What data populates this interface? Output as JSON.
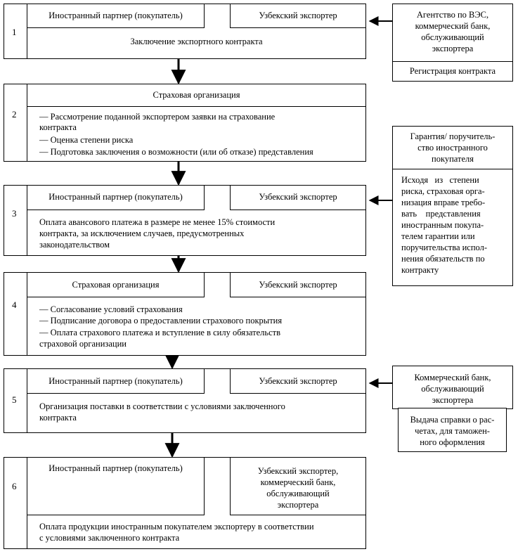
{
  "steps": [
    {
      "number": "1",
      "left": "Иностранный партнер (покупатель)",
      "right": "Узбекский экспортер",
      "body": [
        "Заключение экспортного контракта"
      ]
    },
    {
      "number": "2",
      "header": "Страховая организация",
      "body": [
        "— Рассмотрение поданной экспортером заявки на страхование",
        "контракта",
        "— Оценка степени риска",
        "— Подготовка заключения о возможности (или об отказе) представления"
      ]
    },
    {
      "number": "3",
      "left": "Иностранный партнер (покупатель)",
      "right": "Узбекский экспортер",
      "body": [
        "Оплата авансового платежа в размере не менее 15% стоимости",
        "контракта, за исключением случаев, предусмотренных",
        "законодательством"
      ]
    },
    {
      "number": "4",
      "left": "Страховая организация",
      "right": "Узбекский экспортер",
      "body": [
        "— Согласование условий страхования",
        "— Подписание договора о предоставлении страхового покрытия",
        "— Оплата страхового платежа и вступление в силу обязательств",
        "страховой организации"
      ]
    },
    {
      "number": "5",
      "left": "Иностранный партнер (покупатель)",
      "right": "Узбекский экспортер",
      "body": [
        "Организация поставки в соответствии с условиями заключенного",
        "контракта"
      ]
    },
    {
      "number": "6",
      "left": "Иностранный партнер (покупатель)",
      "right": [
        "Узбекский экспортер,",
        "коммерческий банк,",
        "обслуживающий",
        "экспортера"
      ],
      "body": [
        "Оплата продукции иностранным покупателем экспортеру в соответствии",
        "с условиями заключенного контракта"
      ]
    }
  ],
  "side": {
    "agency": {
      "title": [
        "Агентство по ВЭС,",
        "коммерческий банк,",
        "обслуживающий",
        "экспортера"
      ],
      "note": "Регистрация контракта"
    },
    "guarantee": {
      "title": [
        "Гарантия/ поручитель-",
        "ство иностранного",
        "покупателя"
      ],
      "note": [
        "Исходя   из   степени",
        "риска, страховая орга-",
        "низация вправе требо-",
        "вать    представления",
        "иностранным покупа-",
        "телем гарантии или",
        "поручительства испол-",
        "нения обязательств по",
        "контракту"
      ]
    },
    "bank": {
      "title": [
        "Коммерческий банк,",
        "обслуживающий",
        "экспортера"
      ],
      "note": [
        "Выдача справки о рас-",
        "четах, для таможен-",
        "ного оформления"
      ]
    }
  }
}
